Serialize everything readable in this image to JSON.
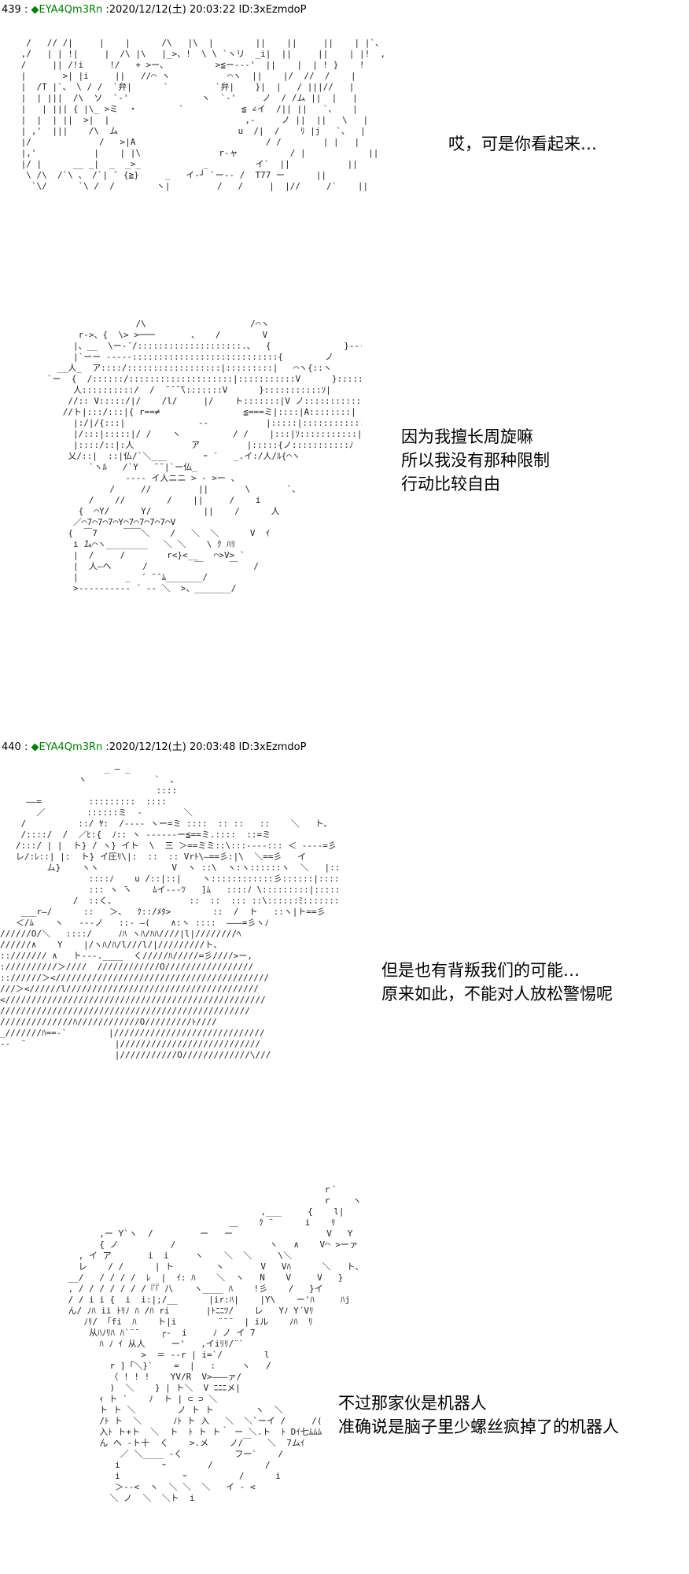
{
  "posts": [
    {
      "number": "439",
      "name_glyph": "◆",
      "name": "EYA4Qm3Rn",
      "date": "2020/12/12(土)",
      "time": "20:03:22",
      "id": "ID:3xEzmdoP",
      "panels": [
        {
          "speech": [
            "哎，可是你看起来…"
          ],
          "art": "  /   // /|     |    |      /\\   |\\  |        ||    ||     ||    | |`、 、\n ,/   | | !|     |  /\\ |\\   |_>、!  \\ \\ `ヽリ  _i|  ||     ||    | |!  ,  ヽ\n /     || /!i     !/   + >ー、         >≦ー--‐'  ||    |  | ! }    !\n |       >| |i     ||   //⌒ ヽ           ⌒ヽ  ||    |/  //  /    |\n |  /T |`、 \\ / /  `弁|      `         `弁|    }|  |   / |||//   |\n |  | |||  /\\  ソ  `-'              ヽ  `-'     ノ  / /ム ||  |   |\n |   | ||| { |\\_ >ミ  ・        `           ≦ ∠イ  /|| ||   `、   |\n |  |  | ||  >|  |                          ,‐     ノ ||  ||   \\   |\n | ,'  |||    /\\  ム                       u  /|  /    ﾘ |j   `、  |\n |/             /   >|A                         / /        | |   |\n |,'           |    | |\\               r‐ャ          / |            ||\n |/ |      __ _|  _  _>_            _         イ`  ||           ||\n  \\ /\\  /`\\ 、 /`| ̄  {≧}     _   イ‐┘ `ー-- /  T77 ー      ||\n   `\\/      `\\ /  /        ヽ|         /   /     |  |//     /`    ||"
        },
        {
          "speech": [
            "因为我擅长周旋嘛",
            "所以我没有那种限制",
            "行动比较自由"
          ],
          "art": "                    /\\                    /⌒ヽ\n         r‐>、{  \\> >───       、   /        V\n        |、__  \\ー‐´/::::::::::::::::::::.、  {              }‐‐‐Y\n        |`ーー ‐‐‐‐‐::::::::::::::::::::::::::::{        ノ        |\n     __人_  ア::::/::::::::::::::::::|:::::::::|   ⌒ヽ{::ヽ         |\n   `ー  {  /::::::/::::::::::::::::::::|:::::::::::V      }::::::ヽ}\n        人::::::::::/  /  ̄ ̄ ̄ ̄\\:::::::V      }:::::::::::ｿ|\n       //:: V:::::/|/    /l/     |/    ト:::::::|V ノ::::::::::::|\n      //ト|:::/:::|{ r==≠                ≦===ミ|::::|A::::::::|\n        |:/|/{:::|              ‐‐           |:::::|::::::::::::|\n        |/:::|:::::|/ /    ヽ          / /    |:::|ｿ:::::::::::|\n        |::::/::|:人           ア         |:::::{ノ:::::::::::ﾉ\n       乂/::|  ::|仏/`＼___       ｰ ´   _.イ:/人/ﾙ{⌒ヽ\n           `ヽﾙ   /`Y   ̄ ̄ |`ー仏_\n                  ‐‐‐‐ イ人ニニ > ‐ >ー 、\n               /     //         ||       \\       `、\n           /    //        /    ||     /    i\n         {  ⌒Y/      Y/          ||    /      人\n        ／⌒7⌒7⌒7⌒Y⌒7⌒7⌒7⌒7⌒V\n       {  ￣7     ￣￣＼    /   ＼  ＼      V  ｲ\n        i ̄ム⌒ヽ________   ＼ ＼    \\ ｸ ﾊﾘ\n        |  /     /        r<}<__   ⌒>V> `\n        |  人―ヘ      /         ￣     ￣   /\n        |         _  ´ ̄ ̄ ﾑ_______/\n        >‐‐‐‐‐‐‐‐‐‐ ´ ‐‐ ＼  >、_______/"
        }
      ]
    },
    {
      "number": "440",
      "name_glyph": "◆",
      "name": "EYA4Qm3Rn",
      "date": "2020/12/12(土)",
      "time": "20:03:48",
      "id": "ID:3xEzmdoP",
      "panels": [
        {
          "speech": [
            "但是也有背叛我们的可能…",
            "原来如此，不能对人放松警惕呢"
          ],
          "art": "                    _ ― _\n               ヽ             `  、\n                              ::::\n     ――=         :::::::::  ::::\n       ／        ::::::ミ  -        ＼\n    /          ::/ ﾔ:  /‐‐‐‐ ヽー=ミ ::::  :: ::   ::    ＼   ト、\n    /::::/  /  ／ﾋ:{  ﾉ:: ヽ ‐‐‐‐‐‐ー≦==ミ.::::  ::=ミ\n   /:::/ | |  ト} / ヽ} イト  \\  三 ＞==ミミ::\\:::‐‐‐‐::: ＜ ‐‐‐‐=彡\n   レ/:ﾚ::| |:  ト} イ圧ﾘ\\|:  ::  :: Vrﾄ\\―==彡:|\\  ＼==彡   イ\n         ム}    ヽヽ              V  ヽ ::\\  ヽ:ヽ::::::ヽ  ＼   |:::::Y\n                 ::::ﾉ    u /::|::|    ヽ::::::::::::彡::::::|::::|\n                 ::: ヽ ̄ヽ    ﾑイ‐‐‐ﾂ   ]ﾑ   ::::ﾉ \\:::::::::|:::::::|\n              /  ::く、              ::  ::  ::: ::\\::::::ﾐ:::::::::::::::\n    ___r―/      ::   ＞、  ｸ::/ﾒﾀ>        ::  /  ト   ::ヽ|ト==彡\n   ＜/ﾑ    ヽ   ‐‐‐ノ   ::‐ ―(    ∧:ヽ ::::  ―――=彡ヽﾉ\n//////O/＼   ::::/     ﾉﾊ ヽﾊ/ﾊﾊ////|l|////////ﾍ\n//////∧    Y    |/ヽﾊ/ﾊ/l///l/|/////////ト、\n:://///// ∧   ト‐‐‐.____  く/////ﾊ/////=彡////>ー,\n://////////＞////  ////////////O/////////////////\n:://////＞</////////////////////////////////////////\n///＞<//////l/////////////////////////////////////\n<//////////////////////////////////////////////////\n////////////////////////////////////////////////\n//////////////ﾊ////////////O/////////ﾄ//// \n_///////ﾊ==‐`        |/////////////////////////////\n‐-  ¨                 |///////////////////////////\n                      |///////////O/////////////\\///"
        },
        {
          "speech": [
            "不过那家伙是机器人",
            "准确说是脑子里少螺丝疯掉了的机器人"
          ],
          "art": "                                                     ｒ`\n                                                     ｒ    ヽ\n                                         ,___     {    l|   \n                                   ＿    ｸ ¨      i    ﾘ     /\n          ,ー Y`ヽ  /         ー   ー                  V   Y   ノ\n          { ノ          /                  ヽ   ∧    V⌒ >ーァ\n      , イ ア       i  i     ヽ    ＼  ＼     \\＼\n      レ    / /      | ト        ヽ       V   Vﾊ      ＼   ト、\n    __/   / / / /  ﾚ  |  ｲ: ﾊ    ＼  ヽ   N    V     V   }\n    , / / / / / / /『『 八    ヽ____ ﾊ    !彡    /   }イ\n    / / i i {  i  i:|;/__      |ir:ﾊ|    |Y\\    ー'ﾊ     ﾊj\n    ん/ ﾉﾊ ii ﾄﾘﾉ ﾊ /ﾊ ri       |ﾄﾆﾆﾂ/    レ   Yﾉ Y´Vﾘ\n       ﾉﾘ/ 「fi  ﾊ    ト|i        ¨¨¨  | iル    ﾉﾊ  ﾘ\n        从ﾊﾉﾘﾊ ﾊ`¨¨    ┌‐  i     ﾉ ノ イ 7\n          ﾊ ﾉ ｲ 从人     ー'   ,イiﾘﾘ/¨`\n                  >  ＝ ‐‐r | i=`/        l\n            r ]「＼}`    =  |   :     ヽ   /\n            〈 ! ! !    YV/R  V>―――ァ/\n            )  ＼    } | ト＼  V ﾆﾆﾆメ|\n          ｨ ト `    ﾉ  ト | ⊂ ⊃ ＼\n          ト ト ＼        ノ ト ト        ヽ  ＼\n          /ﾄ ト  ＼      ﾉﾄ ト 入   ＼  ＼`ーイ /     /(\n          入ﾄ ト+ト  ＼  ト  ﾄ ト ト｀ ー ＼.ト  ﾄ Dｲ七ﾑﾑﾑ \n          ん ヘ ‐ト十  く    >.メ    ノ/￣   ＼  7ムｲ\n              ／ ＼____ ‐く          フー`    /\n             i        ｰ        /          /\n             i            ｰ          /      i\n             ＞‐‐<  ヽ  ＼ ＼  ＼   イ ‐ <\n            ＼ ノ  ＼  ＼ト  i"
        }
      ]
    }
  ]
}
